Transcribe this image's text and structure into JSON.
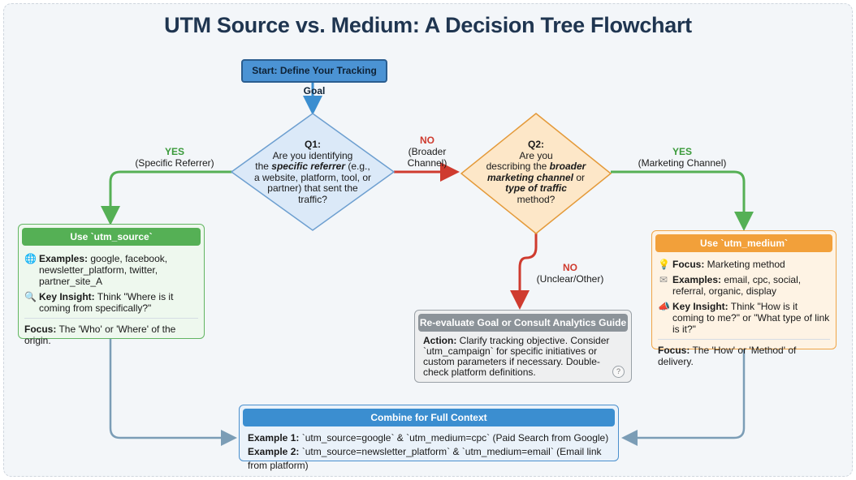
{
  "title": "UTM Source vs. Medium: A Decision Tree Flowchart",
  "start": "Start: Define Your Tracking Goal",
  "q1": {
    "label": "Q1:",
    "line1": "Are you identifying",
    "line2_pre": "the ",
    "line2_em": "specific referrer",
    "line2_post": " (e.g.,",
    "line3": "a website, platform, tool, or",
    "line4": "partner) that sent the",
    "line5": "traffic?"
  },
  "q2": {
    "label": "Q2:",
    "line1": "Are you",
    "line2_pre": "describing the ",
    "line2_em": "broader",
    "line3_em": "marketing channel",
    "line3_post": " or",
    "line4_em": "type of traffic",
    "line5": "method?"
  },
  "edges": {
    "yes_left": {
      "word": "YES",
      "detail": "(Specific Referrer)"
    },
    "no_mid": {
      "word": "NO",
      "detail1": "(Broader",
      "detail2": "Channel)"
    },
    "yes_right": {
      "word": "YES",
      "detail": "(Marketing Channel)"
    },
    "no_down": {
      "word": "NO",
      "detail": "(Unclear/Other)"
    }
  },
  "source_box": {
    "header": "Use `utm_source`",
    "examples_label": "Examples:",
    "examples_text": " google, facebook, newsletter_platform, twitter, partner_site_A",
    "insight_label": "Key Insight:",
    "insight_text": " Think \"Where is it coming from specifically?\"",
    "focus_label": "Focus:",
    "focus_text": " The 'Who' or 'Where' of the origin."
  },
  "medium_box": {
    "header": "Use `utm_medium`",
    "focus1_label": "Focus:",
    "focus1_text": " Marketing method",
    "examples_label": "Examples:",
    "examples_text": " email, cpc, social, referral, organic, display",
    "insight_label": "Key Insight:",
    "insight_text": " Think \"How is it coming to me?\" or \"What type of link is it?\"",
    "focus_label": "Focus:",
    "focus_text": " The 'How' or 'Method' of delivery."
  },
  "reeval_box": {
    "header": "Re-evaluate Goal or Consult Analytics Guide",
    "action_label": "Action:",
    "action_text": " Clarify tracking objective. Consider `utm_campaign` for specific initiatives or custom parameters if necessary. Double-check platform definitions.",
    "help": "?"
  },
  "combine_box": {
    "header": "Combine for Full Context",
    "ex1_label": "Example 1:",
    "ex1_text": " `utm_source=google` & `utm_medium=cpc` (Paid Search from Google)",
    "ex2_label": "Example 2:",
    "ex2_text": " `utm_source=newsletter_platform` & `utm_medium=email` (Email link from platform)"
  },
  "icons": {
    "globe": "🌐",
    "magnifier": "🔍",
    "bulb": "💡",
    "envelope": "✉",
    "megaphone": "📣"
  },
  "colors": {
    "green": "#55b055",
    "red": "#cf3b2f",
    "blue": "#3b8ed0",
    "orange": "#f2a03a",
    "gray": "#8c9399",
    "steel": "#7b9db6",
    "diamond_blue": "#dbe9f8",
    "diamond_orange": "#fde7c8"
  }
}
